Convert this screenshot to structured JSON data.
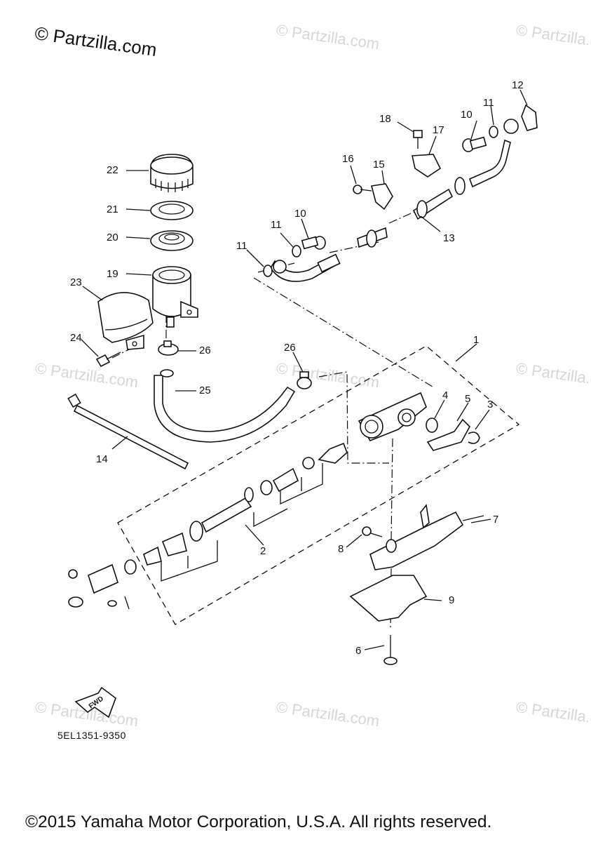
{
  "watermark": {
    "main": "© Partzilla.com",
    "repeat": "© Partzilla.com"
  },
  "callouts": {
    "c1": "1",
    "c2": "2",
    "c3": "3",
    "c4": "4",
    "c5": "5",
    "c6": "6",
    "c7": "7",
    "c8": "8",
    "c9": "9",
    "c10a": "10",
    "c10b": "10",
    "c11a": "11",
    "c11b": "11",
    "c11c": "11",
    "c12": "12",
    "c13": "13",
    "c14": "14",
    "c15": "15",
    "c16": "16",
    "c17": "17",
    "c18": "18",
    "c19": "19",
    "c20": "20",
    "c21": "21",
    "c22": "22",
    "c23": "23",
    "c24": "24",
    "c25": "25",
    "c26a": "26",
    "c26b": "26"
  },
  "fwd_label": "FWD",
  "part_code": "5EL1351-9350",
  "copyright": "©2015 Yamaha Motor Corporation, U.S.A. All rights reserved."
}
